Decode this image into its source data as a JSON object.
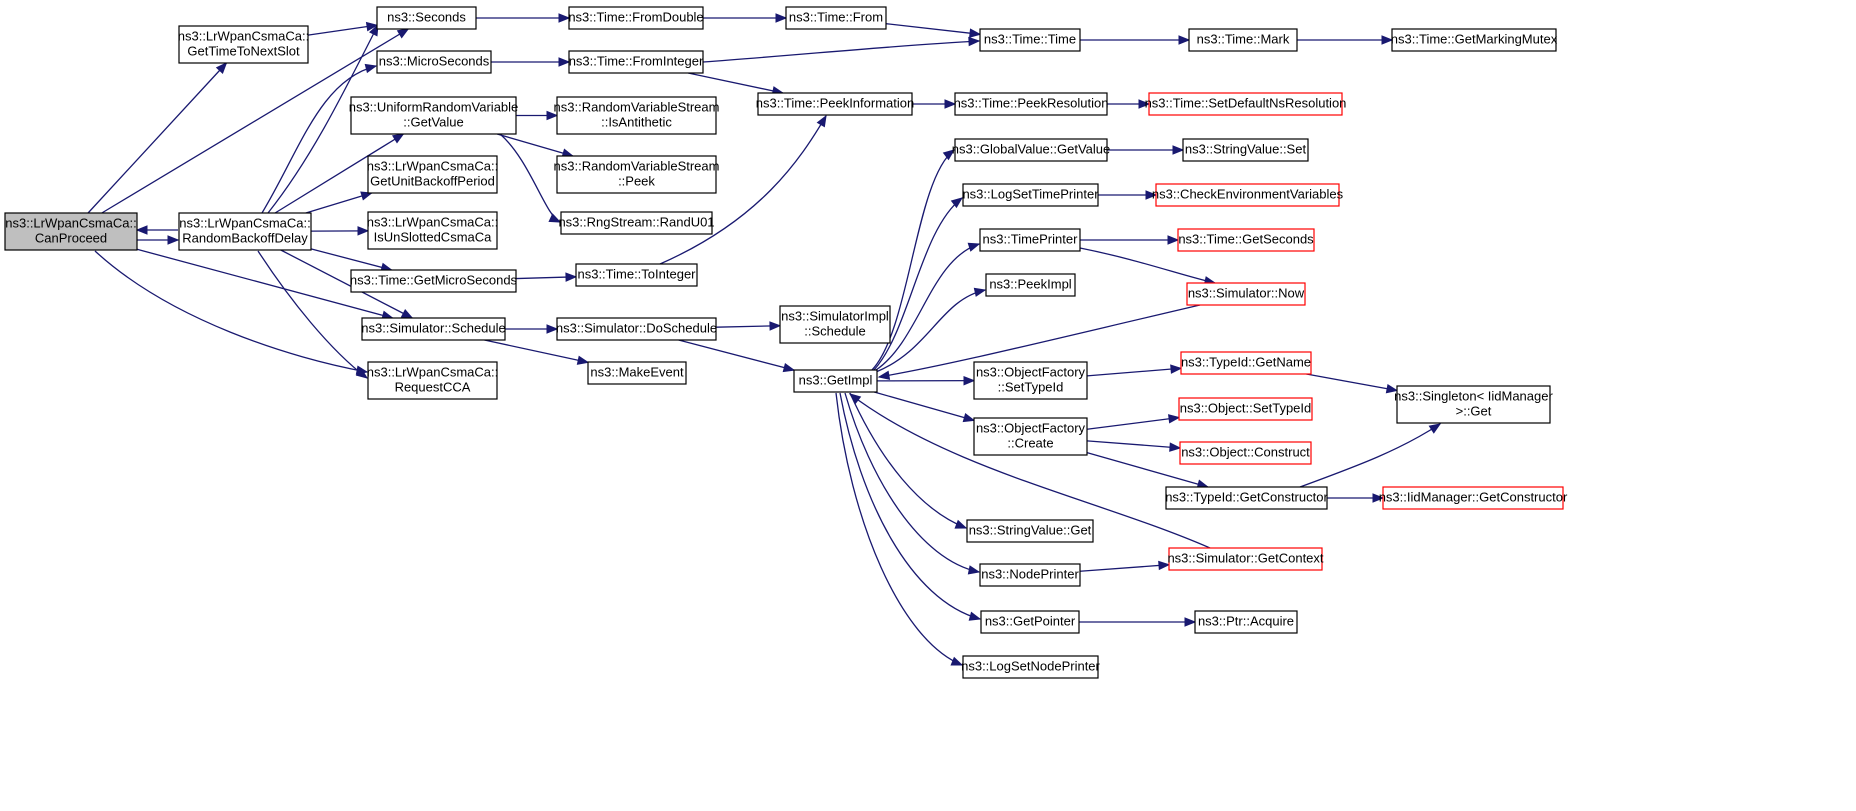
{
  "colors": {
    "edge": "#191970",
    "truncated_border": "#ff0000",
    "root_fill": "#bfbfbf"
  },
  "nodes": [
    {
      "id": "canproceed",
      "lines": [
        "ns3::LrWpanCsmaCa::",
        "CanProceed"
      ],
      "root": true
    },
    {
      "id": "gettimetonextslot",
      "lines": [
        "ns3::LrWpanCsmaCa::",
        "GetTimeToNextSlot"
      ]
    },
    {
      "id": "randombackoffdelay",
      "lines": [
        "ns3::LrWpanCsmaCa::",
        "RandomBackoffDelay"
      ]
    },
    {
      "id": "simulatorschedule",
      "lines": [
        "ns3::Simulator::Schedule"
      ]
    },
    {
      "id": "requestcca",
      "lines": [
        "ns3::LrWpanCsmaCa::",
        "RequestCCA"
      ]
    },
    {
      "id": "seconds",
      "lines": [
        "ns3::Seconds"
      ]
    },
    {
      "id": "microseconds",
      "lines": [
        "ns3::MicroSeconds"
      ]
    },
    {
      "id": "urvgetvalue",
      "lines": [
        "ns3::UniformRandomVariable",
        "::GetValue"
      ]
    },
    {
      "id": "getunitbackoff",
      "lines": [
        "ns3::LrWpanCsmaCa::",
        "GetUnitBackoffPeriod"
      ]
    },
    {
      "id": "isunslotted",
      "lines": [
        "ns3::LrWpanCsmaCa::",
        "IsUnSlottedCsmaCa"
      ]
    },
    {
      "id": "getmicroseconds",
      "lines": [
        "ns3::Time::GetMicroSeconds"
      ]
    },
    {
      "id": "fromdouble",
      "lines": [
        "ns3::Time::FromDouble"
      ]
    },
    {
      "id": "frominteger",
      "lines": [
        "ns3::Time::FromInteger"
      ]
    },
    {
      "id": "isantithetic",
      "lines": [
        "ns3::RandomVariableStream",
        "::IsAntithetic"
      ]
    },
    {
      "id": "rvspeek",
      "lines": [
        "ns3::RandomVariableStream",
        "::Peek"
      ]
    },
    {
      "id": "randu01",
      "lines": [
        "ns3::RngStream::RandU01"
      ]
    },
    {
      "id": "tointeger",
      "lines": [
        "ns3::Time::ToInteger"
      ]
    },
    {
      "id": "doschedule",
      "lines": [
        "ns3::Simulator::DoSchedule"
      ]
    },
    {
      "id": "makeevent",
      "lines": [
        "ns3::MakeEvent"
      ]
    },
    {
      "id": "timefrom",
      "lines": [
        "ns3::Time::From"
      ]
    },
    {
      "id": "peekinformation",
      "lines": [
        "ns3::Time::PeekInformation"
      ]
    },
    {
      "id": "simimplschedule",
      "lines": [
        "ns3::SimulatorImpl",
        "::Schedule"
      ]
    },
    {
      "id": "getimpl",
      "lines": [
        "ns3::GetImpl"
      ]
    },
    {
      "id": "timetime",
      "lines": [
        "ns3::Time::Time"
      ]
    },
    {
      "id": "peekresolution",
      "lines": [
        "ns3::Time::PeekResolution"
      ]
    },
    {
      "id": "globalgetvalue",
      "lines": [
        "ns3::GlobalValue::GetValue"
      ]
    },
    {
      "id": "logsettimeprinter",
      "lines": [
        "ns3::LogSetTimePrinter"
      ]
    },
    {
      "id": "timeprinter",
      "lines": [
        "ns3::TimePrinter"
      ]
    },
    {
      "id": "peekimpl",
      "lines": [
        "ns3::PeekImpl"
      ]
    },
    {
      "id": "ofsettypeid",
      "lines": [
        "ns3::ObjectFactory",
        "::SetTypeId"
      ]
    },
    {
      "id": "ofcreate",
      "lines": [
        "ns3::ObjectFactory",
        "::Create"
      ]
    },
    {
      "id": "stringvalueget",
      "lines": [
        "ns3::StringValue::Get"
      ]
    },
    {
      "id": "nodeprinter",
      "lines": [
        "ns3::NodePrinter"
      ]
    },
    {
      "id": "getpointer",
      "lines": [
        "ns3::GetPointer"
      ]
    },
    {
      "id": "logsetnodeprinter",
      "lines": [
        "ns3::LogSetNodePrinter"
      ]
    },
    {
      "id": "timemark",
      "lines": [
        "ns3::Time::Mark"
      ]
    },
    {
      "id": "setdefaultns",
      "lines": [
        "ns3::Time::SetDefaultNsResolution"
      ],
      "truncated": true
    },
    {
      "id": "stringvalueset",
      "lines": [
        "ns3::StringValue::Set"
      ]
    },
    {
      "id": "checkenv",
      "lines": [
        "ns3::CheckEnvironmentVariables"
      ],
      "truncated": true
    },
    {
      "id": "getseconds",
      "lines": [
        "ns3::Time::GetSeconds"
      ],
      "truncated": true
    },
    {
      "id": "simnow",
      "lines": [
        "ns3::Simulator::Now"
      ],
      "truncated": true
    },
    {
      "id": "typeidgetname",
      "lines": [
        "ns3::TypeId::GetName"
      ],
      "truncated": true
    },
    {
      "id": "objsettypeid",
      "lines": [
        "ns3::Object::SetTypeId"
      ],
      "truncated": true
    },
    {
      "id": "objconstruct",
      "lines": [
        "ns3::Object::Construct"
      ],
      "truncated": true
    },
    {
      "id": "typeidgetctor",
      "lines": [
        "ns3::TypeId::GetConstructor"
      ]
    },
    {
      "id": "simgetcontext",
      "lines": [
        "ns3::Simulator::GetContext"
      ],
      "truncated": true
    },
    {
      "id": "ptracquire",
      "lines": [
        "ns3::Ptr::Acquire"
      ]
    },
    {
      "id": "getmarkingmutex",
      "lines": [
        "ns3::Time::GetMarkingMutex"
      ]
    },
    {
      "id": "singletonget",
      "lines": [
        "ns3::Singleton< IidManager",
        ">::Get"
      ]
    },
    {
      "id": "iidgetctor",
      "lines": [
        "ns3::IidManager::GetConstructor"
      ],
      "truncated": true
    }
  ],
  "edges": [
    [
      "canproceed",
      "gettimetonextslot"
    ],
    [
      "canproceed",
      "seconds"
    ],
    [
      "canproceed",
      "randombackoffdelay"
    ],
    [
      "canproceed",
      "simulatorschedule"
    ],
    [
      "canproceed",
      "requestcca"
    ],
    [
      "randombackoffdelay",
      "canproceed"
    ],
    [
      "randombackoffdelay",
      "microseconds"
    ],
    [
      "randombackoffdelay",
      "urvgetvalue"
    ],
    [
      "randombackoffdelay",
      "getunitbackoff"
    ],
    [
      "randombackoffdelay",
      "isunslotted"
    ],
    [
      "randombackoffdelay",
      "getmicroseconds"
    ],
    [
      "randombackoffdelay",
      "simulatorschedule"
    ],
    [
      "randombackoffdelay",
      "requestcca"
    ],
    [
      "randombackoffdelay",
      "seconds"
    ],
    [
      "gettimetonextslot",
      "seconds"
    ],
    [
      "seconds",
      "fromdouble"
    ],
    [
      "microseconds",
      "frominteger"
    ],
    [
      "urvgetvalue",
      "isantithetic"
    ],
    [
      "urvgetvalue",
      "rvspeek"
    ],
    [
      "urvgetvalue",
      "randu01"
    ],
    [
      "getmicroseconds",
      "tointeger"
    ],
    [
      "simulatorschedule",
      "doschedule"
    ],
    [
      "simulatorschedule",
      "makeevent"
    ],
    [
      "fromdouble",
      "timefrom"
    ],
    [
      "frominteger",
      "timetime"
    ],
    [
      "frominteger",
      "peekinformation"
    ],
    [
      "timefrom",
      "timetime"
    ],
    [
      "tointeger",
      "peekinformation"
    ],
    [
      "doschedule",
      "simimplschedule"
    ],
    [
      "doschedule",
      "getimpl"
    ],
    [
      "timetime",
      "timemark"
    ],
    [
      "timemark",
      "getmarkingmutex"
    ],
    [
      "peekinformation",
      "peekresolution"
    ],
    [
      "peekresolution",
      "setdefaultns"
    ],
    [
      "getimpl",
      "globalgetvalue"
    ],
    [
      "getimpl",
      "logsettimeprinter"
    ],
    [
      "getimpl",
      "timeprinter"
    ],
    [
      "getimpl",
      "peekimpl"
    ],
    [
      "getimpl",
      "ofsettypeid"
    ],
    [
      "getimpl",
      "ofcreate"
    ],
    [
      "getimpl",
      "stringvalueget"
    ],
    [
      "getimpl",
      "nodeprinter"
    ],
    [
      "getimpl",
      "getpointer"
    ],
    [
      "getimpl",
      "logsetnodeprinter"
    ],
    [
      "simnow",
      "getimpl"
    ],
    [
      "simgetcontext",
      "getimpl"
    ],
    [
      "globalgetvalue",
      "stringvalueset"
    ],
    [
      "logsettimeprinter",
      "checkenv"
    ],
    [
      "timeprinter",
      "getseconds"
    ],
    [
      "timeprinter",
      "simnow"
    ],
    [
      "ofsettypeid",
      "typeidgetname"
    ],
    [
      "ofcreate",
      "objsettypeid"
    ],
    [
      "ofcreate",
      "objconstruct"
    ],
    [
      "ofcreate",
      "typeidgetctor"
    ],
    [
      "typeidgetname",
      "singletonget"
    ],
    [
      "typeidgetctor",
      "singletonget"
    ],
    [
      "typeidgetctor",
      "iidgetctor"
    ],
    [
      "nodeprinter",
      "simgetcontext"
    ],
    [
      "getpointer",
      "ptracquire"
    ]
  ]
}
